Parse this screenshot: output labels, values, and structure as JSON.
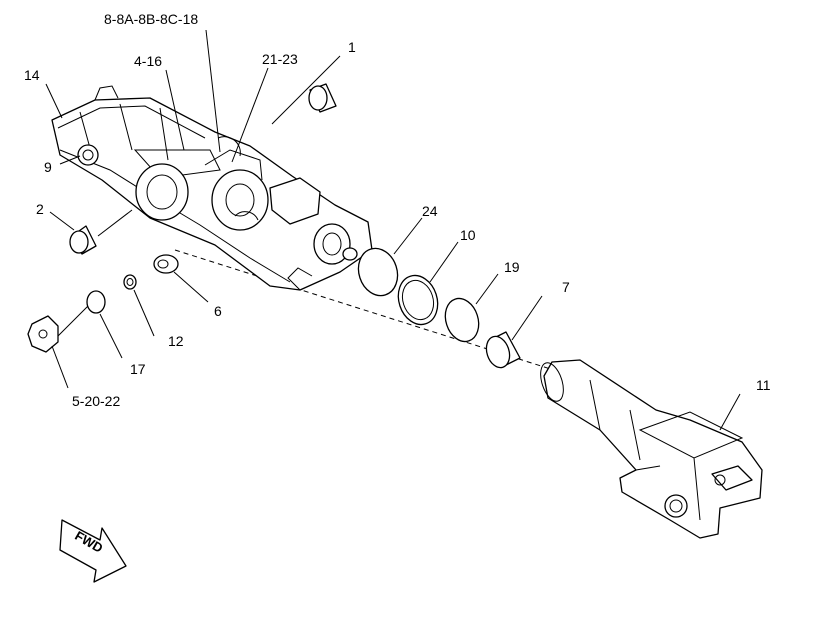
{
  "diagram": {
    "callouts": [
      {
        "id": "c-8-8a",
        "text": "8-8A-8B-8C-18"
      },
      {
        "id": "c-1",
        "text": "1"
      },
      {
        "id": "c-4-16",
        "text": "4-16"
      },
      {
        "id": "c-21-23",
        "text": "21-23"
      },
      {
        "id": "c-14",
        "text": "14"
      },
      {
        "id": "c-9",
        "text": "9"
      },
      {
        "id": "c-2",
        "text": "2"
      },
      {
        "id": "c-24",
        "text": "24"
      },
      {
        "id": "c-10",
        "text": "10"
      },
      {
        "id": "c-19",
        "text": "19"
      },
      {
        "id": "c-7",
        "text": "7"
      },
      {
        "id": "c-6",
        "text": "6"
      },
      {
        "id": "c-12",
        "text": "12"
      },
      {
        "id": "c-17",
        "text": "17"
      },
      {
        "id": "c-5-20-22",
        "text": "5-20-22"
      },
      {
        "id": "c-11",
        "text": "11"
      }
    ],
    "fwd_label": "FWD"
  }
}
